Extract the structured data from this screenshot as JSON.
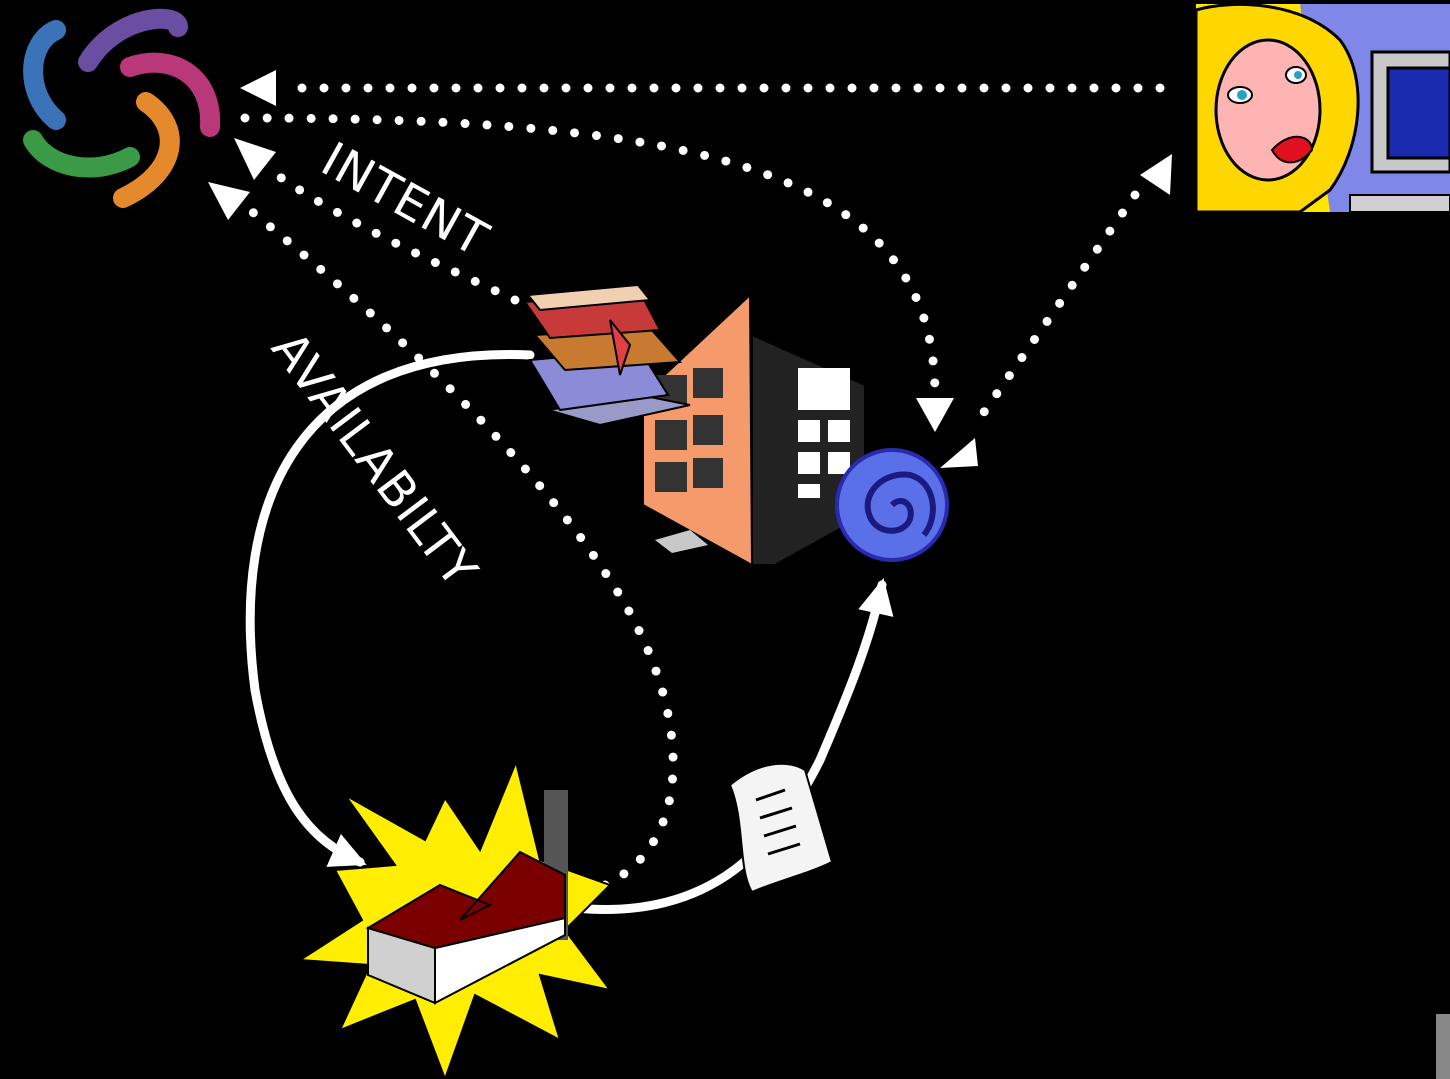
{
  "diagram": {
    "labels": {
      "intent": "INTENT",
      "availability": "AVAILABILTY"
    },
    "nodes": [
      {
        "id": "logo",
        "icon": "swirl-logo-icon"
      },
      {
        "id": "user",
        "icon": "woman-at-computer-icon"
      },
      {
        "id": "library",
        "icon": "book-stack-icon"
      },
      {
        "id": "office",
        "icon": "office-building-icon"
      },
      {
        "id": "web",
        "icon": "blue-spiral-icon"
      },
      {
        "id": "factory",
        "icon": "factory-burst-icon"
      },
      {
        "id": "document",
        "icon": "paper-document-icon"
      }
    ],
    "colors": {
      "background": "#000000",
      "arrow": "#ffffff",
      "logo_blue": "#3b73b9",
      "logo_purple": "#6a4ea1",
      "logo_magenta": "#b8387a",
      "logo_orange": "#e58a2c",
      "logo_green": "#3a9a45",
      "building": "#f59a6a",
      "factory_roof": "#7a0000",
      "burst": "#ffee00"
    }
  }
}
